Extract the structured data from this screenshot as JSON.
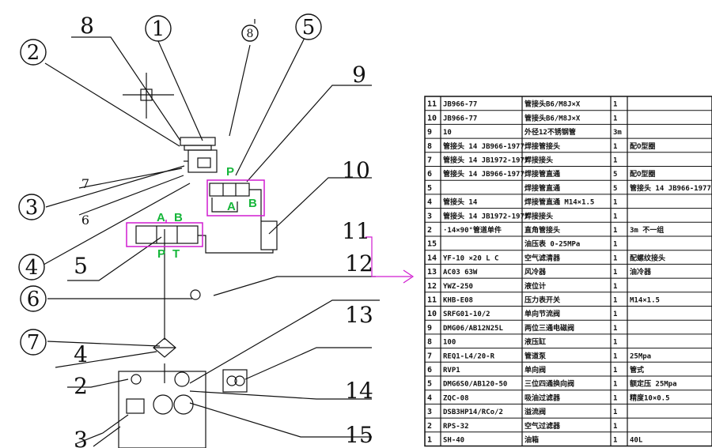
{
  "callouts": [
    {
      "id": "c1",
      "text": "1",
      "circled": true
    },
    {
      "id": "c2",
      "text": "2",
      "circled": true
    },
    {
      "id": "c3",
      "text": "3",
      "circled": true
    },
    {
      "id": "c4",
      "text": "4",
      "circled": true
    },
    {
      "id": "c5",
      "text": "5",
      "circled": true
    },
    {
      "id": "c6",
      "text": "6",
      "circled": true
    },
    {
      "id": "c7",
      "text": "7",
      "circled": true
    },
    {
      "id": "c8s",
      "text": "8",
      "circled": true
    },
    {
      "id": "n8",
      "text": "8",
      "circled": false
    },
    {
      "id": "n9",
      "text": "9",
      "circled": false
    },
    {
      "id": "n10",
      "text": "10",
      "circled": false
    },
    {
      "id": "n11",
      "text": "11",
      "circled": false
    },
    {
      "id": "n12",
      "text": "12",
      "circled": false
    },
    {
      "id": "n13",
      "text": "13",
      "circled": false
    },
    {
      "id": "n14",
      "text": "14",
      "circled": false
    },
    {
      "id": "n15",
      "text": "15",
      "circled": false
    },
    {
      "id": "n7",
      "text": "7",
      "circled": false
    },
    {
      "id": "n6",
      "text": "6",
      "circled": false
    },
    {
      "id": "n5",
      "text": "5",
      "circled": false
    },
    {
      "id": "n4",
      "text": "4",
      "circled": false
    },
    {
      "id": "n2",
      "text": "2",
      "circled": false
    },
    {
      "id": "n3",
      "text": "3",
      "circled": false
    }
  ],
  "port_labels": {
    "P_top": "P",
    "A_top": "A",
    "B_top": "B",
    "A_left": "A",
    "B_left": "B",
    "P_left": "P",
    "T_left": "T"
  },
  "parts_table": {
    "rows": [
      {
        "no": "11",
        "code": "JB966-77",
        "name": "管接头B6/M8J×X",
        "qty": "1",
        "note": ""
      },
      {
        "no": "10",
        "code": "JB966-77",
        "name": "管接头B6/M8J×X",
        "qty": "1",
        "note": ""
      },
      {
        "no": "9",
        "code": "10",
        "name": "外径12不锈钢管",
        "qty": "3m",
        "note": ""
      },
      {
        "no": "8",
        "code": "管接头 14 JB966-1977",
        "name": "焊接管接头",
        "qty": "1",
        "note": "配O型圈"
      },
      {
        "no": "7",
        "code": "管接头 14 JB1972-1977",
        "name": "焊接接头",
        "qty": "1",
        "note": ""
      },
      {
        "no": "6",
        "code": "管接头 14 JB966-1977",
        "name": "焊接管直通",
        "qty": "5",
        "note": "配O型圈"
      },
      {
        "no": "5",
        "code": "",
        "name": "焊接管直通",
        "qty": "5",
        "note": "管接头 14 JB966-1977"
      },
      {
        "no": "4",
        "code": "管接头 14",
        "name": "焊接管直通 M14×1.5",
        "qty": "1",
        "note": ""
      },
      {
        "no": "3",
        "code": "管接头 14 JB1972-1977",
        "name": "焊接接头",
        "qty": "1",
        "note": ""
      },
      {
        "no": "2",
        "code": "·14×90°管道单件",
        "name": "直角管接头",
        "qty": "1",
        "note": "3m 不一组"
      },
      {
        "no": "15",
        "code": "",
        "name": "油压表 0-25MPa",
        "qty": "1",
        "note": ""
      },
      {
        "no": "14",
        "code": "YF-10 ×20 L C",
        "name": "空气滤清器",
        "qty": "1",
        "note": "配螺纹接头"
      },
      {
        "no": "13",
        "code": "AC03 63W",
        "name": "风冷器",
        "qty": "1",
        "note": "油冷器"
      },
      {
        "no": "12",
        "code": "YWZ-250",
        "name": "液位计",
        "qty": "1",
        "note": ""
      },
      {
        "no": "11",
        "code": "KHB-E08",
        "name": "压力表开关",
        "qty": "1",
        "note": "M14×1.5"
      },
      {
        "no": "10",
        "code": "SRFG01-10/2",
        "name": "单向节流阀",
        "qty": "1",
        "note": ""
      },
      {
        "no": "9",
        "code": "DMG06/AB12N25L",
        "name": "两位三通电磁阀",
        "qty": "1",
        "note": ""
      },
      {
        "no": "8",
        "code": "100",
        "name": "液压缸",
        "qty": "1",
        "note": ""
      },
      {
        "no": "7",
        "code": "REQ1-L4/20-R",
        "name": "管道泵",
        "qty": "1",
        "note": "25Mpa"
      },
      {
        "no": "6",
        "code": "RVP1",
        "name": "单向阀",
        "qty": "1",
        "note": "管式"
      },
      {
        "no": "5",
        "code": "DMG6S0/AB120-50",
        "name": "三位四通换向阀",
        "qty": "1",
        "note": "额定压 25Mpa"
      },
      {
        "no": "4",
        "code": "ZQC-08",
        "name": "吸油过滤器",
        "qty": "1",
        "note": "精度10×0.5"
      },
      {
        "no": "3",
        "code": "DSB3HP14/RCo/2",
        "name": "溢流阀",
        "qty": "1",
        "note": ""
      },
      {
        "no": "2",
        "code": "RPS-32",
        "name": "空气过滤器",
        "qty": "1",
        "note": ""
      },
      {
        "no": "1",
        "code": "SH-40",
        "name": "油箱",
        "qty": "1",
        "note": "40L"
      }
    ]
  },
  "colors": {
    "magenta": "#d01cd0",
    "green": "#16b63a",
    "ink": "#111111"
  }
}
